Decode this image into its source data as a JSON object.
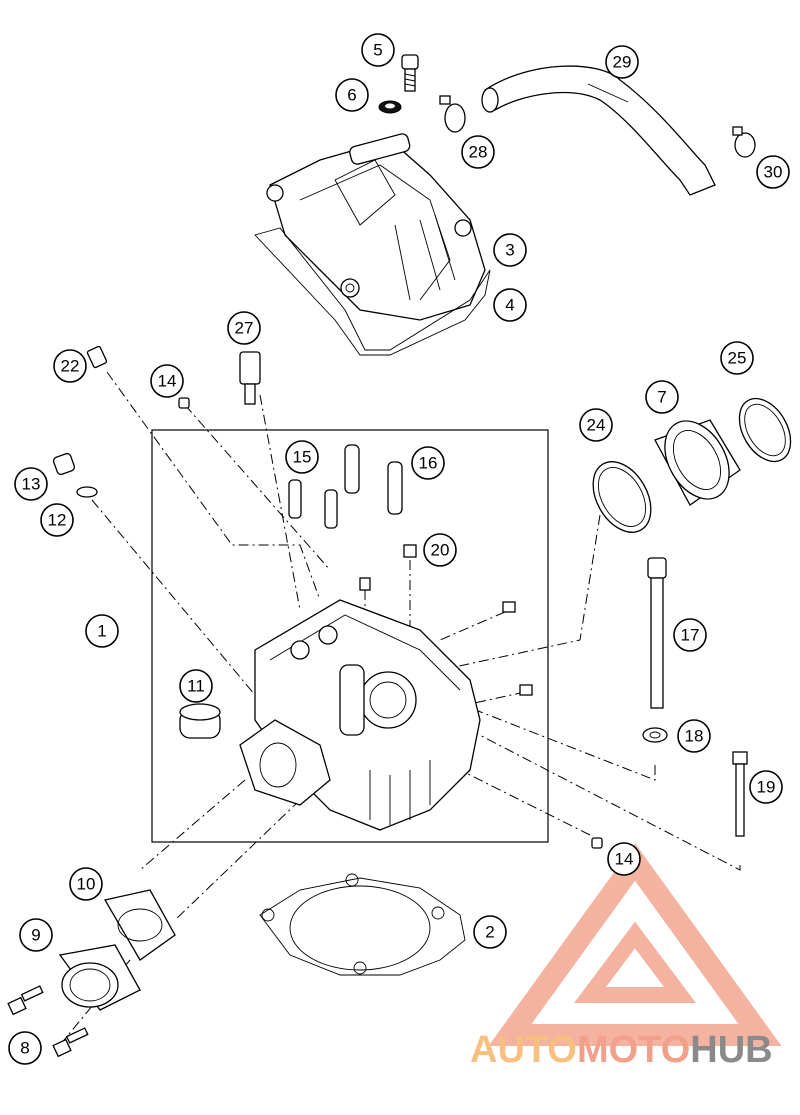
{
  "callouts": [
    {
      "label": "1"
    },
    {
      "label": "2"
    },
    {
      "label": "3"
    },
    {
      "label": "4"
    },
    {
      "label": "5"
    },
    {
      "label": "6"
    },
    {
      "label": "7"
    },
    {
      "label": "8"
    },
    {
      "label": "9"
    },
    {
      "label": "10"
    },
    {
      "label": "11"
    },
    {
      "label": "12"
    },
    {
      "label": "13"
    },
    {
      "label": "14"
    },
    {
      "label": "14"
    },
    {
      "label": "15"
    },
    {
      "label": "16"
    },
    {
      "label": "17"
    },
    {
      "label": "18"
    },
    {
      "label": "19"
    },
    {
      "label": "20"
    },
    {
      "label": "22"
    },
    {
      "label": "24"
    },
    {
      "label": "25"
    },
    {
      "label": "27"
    },
    {
      "label": "28"
    },
    {
      "label": "29"
    },
    {
      "label": "30"
    }
  ],
  "watermark": {
    "part1": "AUTO",
    "part2": "MOTO",
    "part3": "HUB",
    "color_primary": "#f2a08a",
    "color_secondary": "#f7c080",
    "color_dark": "#8a8a8a"
  },
  "colors": {
    "line": "#000000",
    "background": "#ffffff"
  }
}
